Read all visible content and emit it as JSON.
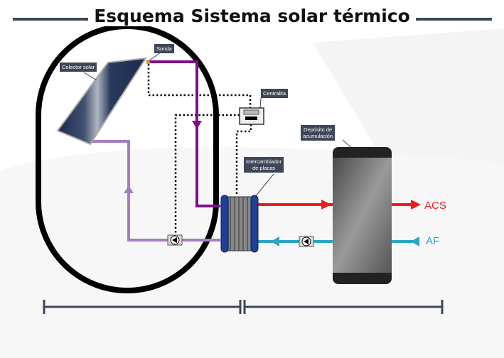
{
  "title": "Esquema Sistema solar térmico",
  "labels": {
    "collector": "Colector solar",
    "probe": "Sonda",
    "controller": "Centralita",
    "exchanger_1": "Intercambiador",
    "exchanger_2": "de placas",
    "tank_1": "Depósito de",
    "tank_2": "acumulación"
  },
  "outputs": {
    "hot": "ACS",
    "cold": "AF"
  },
  "colors": {
    "hot": "#ee1c1c",
    "cold": "#2aa6c6",
    "primary_hot": "#7f0f86",
    "primary_cold": "#a77dc2",
    "frame": "#3d4756"
  }
}
